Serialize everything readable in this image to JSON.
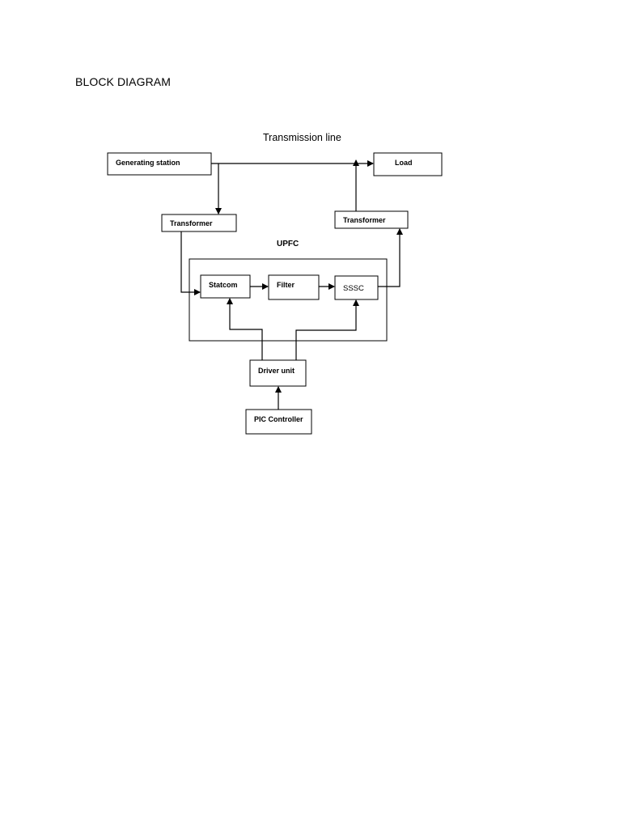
{
  "page": {
    "heading": "BLOCK DIAGRAM"
  },
  "diagram": {
    "caption": "Transmission line",
    "group_label": "UPFC",
    "blocks": {
      "generating_station": "Generating station",
      "load": "Load",
      "transformer_left": "Transformer",
      "transformer_right": "Transformer",
      "statcom": "Statcom",
      "filter": "Filter",
      "sssc": "SSSC",
      "driver_unit": "Driver unit",
      "pic_controller": "PIC Controller"
    },
    "connections": [
      {
        "from": "generating_station",
        "to": "load"
      },
      {
        "from": "generating_station",
        "to": "transformer_left"
      },
      {
        "from": "transformer_left",
        "to": "statcom"
      },
      {
        "from": "statcom",
        "to": "filter"
      },
      {
        "from": "filter",
        "to": "sssc"
      },
      {
        "from": "sssc",
        "to": "transformer_right"
      },
      {
        "from": "transformer_right",
        "to": "load"
      },
      {
        "from": "driver_unit",
        "to": "statcom"
      },
      {
        "from": "driver_unit",
        "to": "sssc"
      },
      {
        "from": "pic_controller",
        "to": "driver_unit"
      }
    ],
    "colors": {
      "stroke": "#000000",
      "background": "#ffffff"
    }
  }
}
